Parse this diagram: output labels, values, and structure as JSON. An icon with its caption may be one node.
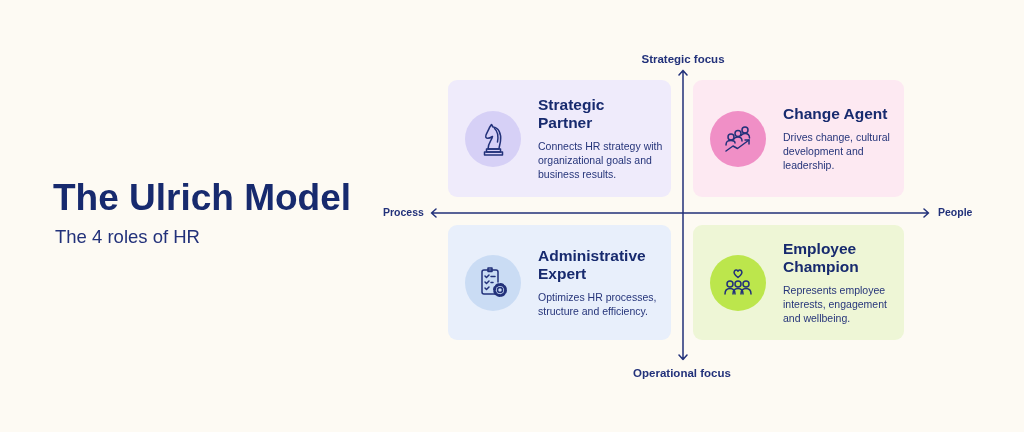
{
  "diagram": {
    "title": "The Ulrich Model",
    "nodes": [
      {
        "text": [
          "Strategic Partner",
          "Connects HR strategy with organizational goals and business results."
        ]
      },
      {
        "text": [
          "Change Agent",
          "Drives change, cultural development and leadership."
        ]
      },
      {
        "text": [
          "Administrative Expert",
          "Optimizes HR processes, structure and efficiency."
        ]
      },
      {
        "text": [
          "Employee Champion",
          "Represents employee interests, engagement and wellbeing."
        ]
      }
    ],
    "labels": [
      "The 4 roles of HR",
      "Strategic focus",
      "Process",
      "People",
      "Operational focus"
    ]
  }
}
